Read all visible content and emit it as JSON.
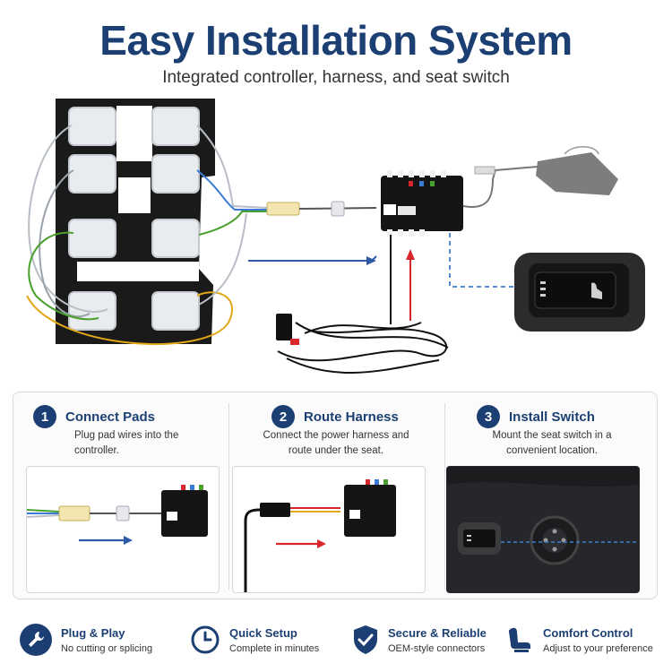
{
  "colors": {
    "primary": "#1c3f73",
    "arrow_blue": "#2f5aa8",
    "arrow_red": "#d8262b",
    "dashed_blue": "#3c7fd0",
    "pad_board": "#1a1a1a",
    "pad": "#e9ecef",
    "controller": "#151515"
  },
  "header": {
    "title": "Easy Installation System",
    "subtitle": "Integrated controller, harness, and seat switch"
  },
  "steps": [
    {
      "number": "1",
      "title": "Connect Pads",
      "description": "Plug pad wires into the controller."
    },
    {
      "number": "2",
      "title": "Route Harness",
      "description": "Connect the power harness and route under the seat."
    },
    {
      "number": "3",
      "title": "Install Switch",
      "description": "Mount the seat switch in a convenient location."
    }
  ],
  "features": [
    {
      "title": "Plug & Play",
      "description": "No cutting or splicing",
      "icon": "wrench-icon"
    },
    {
      "title": "Quick Setup",
      "description": "Complete in minutes",
      "icon": "clock-icon"
    },
    {
      "title": "Secure & Reliable",
      "description": "OEM-style connectors",
      "icon": "shield-check-icon"
    },
    {
      "title": "Comfort Control",
      "description": "Adjust to your preference",
      "icon": "seat-icon"
    }
  ]
}
